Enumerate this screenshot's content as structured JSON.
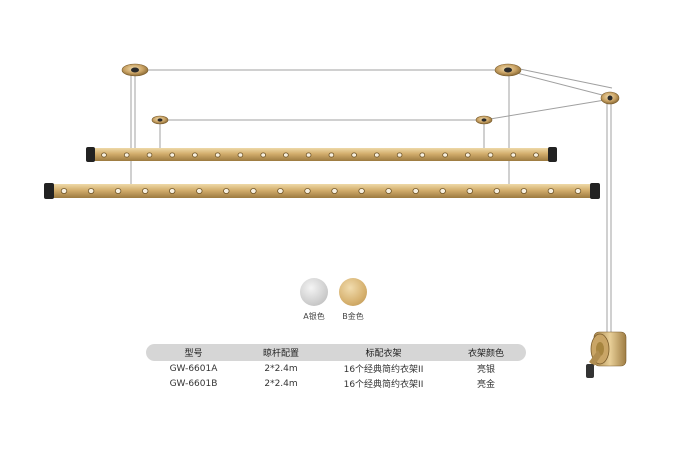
{
  "product": {
    "swatches": [
      {
        "label": "A银色",
        "color": "#d4d4d4"
      },
      {
        "label": "B金色",
        "color": "#d9b574"
      }
    ],
    "table": {
      "headers": [
        "型号",
        "晾杆配置",
        "标配衣架",
        "衣架颜色"
      ],
      "rows": [
        [
          "GW-6601A",
          "2*2.4m",
          "16个经典简约衣架II",
          "亮银"
        ],
        [
          "GW-6601B",
          "2*2.4m",
          "16个经典简约衣架II",
          "亮金"
        ]
      ]
    },
    "colors": {
      "gold": "#c9a566",
      "gold_dark": "#8c6a34",
      "cap": "#222222",
      "cable": "#9a9a9a",
      "header_bg": "#d6d6d6"
    }
  }
}
